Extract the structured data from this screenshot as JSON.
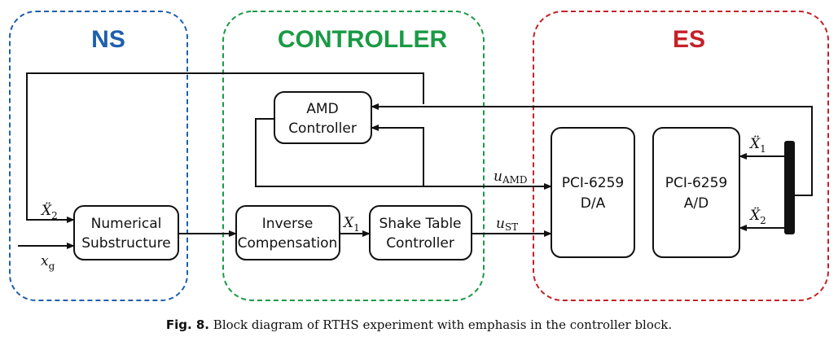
{
  "regions": {
    "ns": {
      "title": "NS",
      "color": "#1f5fae"
    },
    "controller": {
      "title": "CONTROLLER",
      "color": "#1a9a45"
    },
    "es": {
      "title": "ES",
      "color": "#c42128"
    }
  },
  "blocks": {
    "amd_controller": {
      "line1": "AMD",
      "line2": "Controller"
    },
    "numerical": {
      "line1": "Numerical",
      "line2": "Substructure"
    },
    "inverse": {
      "line1": "Inverse",
      "line2": "Compensation"
    },
    "shake_table": {
      "line1": "Shake Table",
      "line2": "Controller"
    },
    "pci_da": {
      "line1": "PCI-6259",
      "line2": "D/A"
    },
    "pci_ad": {
      "line1": "PCI-6259",
      "line2": "A/D"
    }
  },
  "signals": {
    "x2dd": {
      "base": "Ẍ",
      "sub": "2"
    },
    "xg": {
      "base": "x",
      "sub": "g"
    },
    "x1": {
      "base": "X",
      "sub": "1"
    },
    "uamd": {
      "base": "u",
      "sub": "AMD"
    },
    "ust": {
      "base": "u",
      "sub": "ST"
    },
    "x1dd_out": {
      "base": "Ẍ",
      "sub": "1"
    },
    "x2dd_out": {
      "base": "Ẍ",
      "sub": "2"
    }
  },
  "caption": {
    "label": "Fig. 8.",
    "text": "Block diagram of RTHS experiment with emphasis in the controller block."
  }
}
